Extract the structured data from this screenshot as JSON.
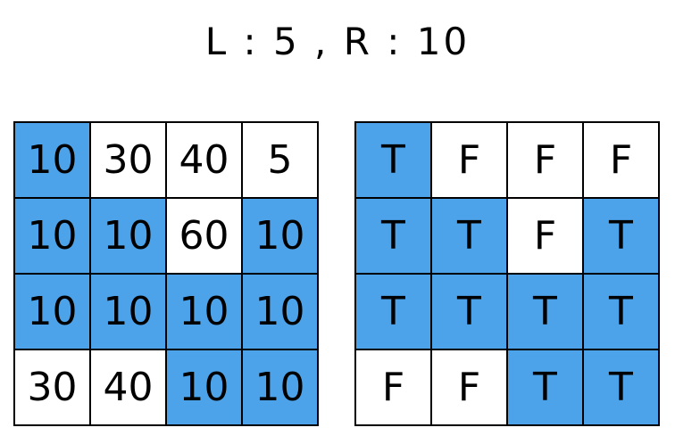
{
  "title": "L : 5 , R : 10",
  "params": {
    "L": "5",
    "R": "10"
  },
  "colors": {
    "highlight": "#4da3ea",
    "grid_line": "#000000",
    "background": "#ffffff",
    "text": "#000000"
  },
  "left_grid": {
    "description": "value-grid",
    "rows": [
      [
        {
          "text": "10",
          "highlight": true
        },
        {
          "text": "30",
          "highlight": false
        },
        {
          "text": "40",
          "highlight": false
        },
        {
          "text": "5",
          "highlight": false
        }
      ],
      [
        {
          "text": "10",
          "highlight": true
        },
        {
          "text": "10",
          "highlight": true
        },
        {
          "text": "60",
          "highlight": false
        },
        {
          "text": "10",
          "highlight": true
        }
      ],
      [
        {
          "text": "10",
          "highlight": true
        },
        {
          "text": "10",
          "highlight": true
        },
        {
          "text": "10",
          "highlight": true
        },
        {
          "text": "10",
          "highlight": true
        }
      ],
      [
        {
          "text": "30",
          "highlight": false
        },
        {
          "text": "40",
          "highlight": false
        },
        {
          "text": "10",
          "highlight": true
        },
        {
          "text": "10",
          "highlight": true
        }
      ]
    ]
  },
  "right_grid": {
    "description": "boolean-mask-grid",
    "rows": [
      [
        {
          "text": "T",
          "highlight": true
        },
        {
          "text": "F",
          "highlight": false
        },
        {
          "text": "F",
          "highlight": false
        },
        {
          "text": "F",
          "highlight": false
        }
      ],
      [
        {
          "text": "T",
          "highlight": true
        },
        {
          "text": "T",
          "highlight": true
        },
        {
          "text": "F",
          "highlight": false
        },
        {
          "text": "T",
          "highlight": true
        }
      ],
      [
        {
          "text": "T",
          "highlight": true
        },
        {
          "text": "T",
          "highlight": true
        },
        {
          "text": "T",
          "highlight": true
        },
        {
          "text": "T",
          "highlight": true
        }
      ],
      [
        {
          "text": "F",
          "highlight": false
        },
        {
          "text": "F",
          "highlight": false
        },
        {
          "text": "T",
          "highlight": true
        },
        {
          "text": "T",
          "highlight": true
        }
      ]
    ]
  }
}
